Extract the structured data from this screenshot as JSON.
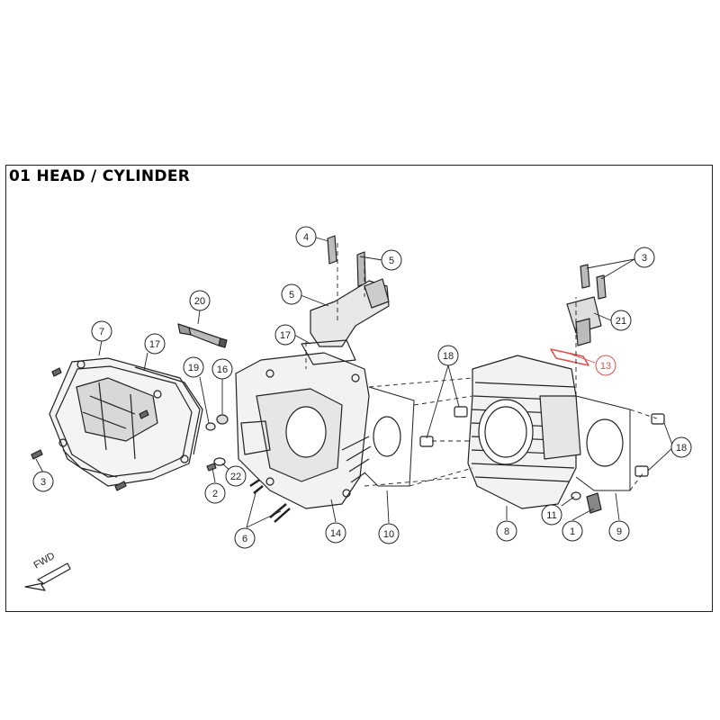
{
  "diagram": {
    "title": "01 HEAD / CYLINDER",
    "direction_label": "FWD",
    "highlight_color": "#d9534f",
    "line_color": "#222222",
    "callouts": [
      {
        "id": "c1",
        "label": "7"
      },
      {
        "id": "c2",
        "label": "17"
      },
      {
        "id": "c3",
        "label": "3"
      },
      {
        "id": "c4",
        "label": "20"
      },
      {
        "id": "c5",
        "label": "4"
      },
      {
        "id": "c6",
        "label": "5"
      },
      {
        "id": "c7",
        "label": "5"
      },
      {
        "id": "c8",
        "label": "17"
      },
      {
        "id": "c9",
        "label": "19"
      },
      {
        "id": "c10",
        "label": "16"
      },
      {
        "id": "c11",
        "label": "22"
      },
      {
        "id": "c12",
        "label": "2"
      },
      {
        "id": "c13",
        "label": "6"
      },
      {
        "id": "c14",
        "label": "14"
      },
      {
        "id": "c15",
        "label": "10"
      },
      {
        "id": "c16",
        "label": "18"
      },
      {
        "id": "c17",
        "label": "3"
      },
      {
        "id": "c18",
        "label": "21"
      },
      {
        "id": "c19",
        "label": "13",
        "highlight": true
      },
      {
        "id": "c20",
        "label": "8"
      },
      {
        "id": "c21",
        "label": "11"
      },
      {
        "id": "c22",
        "label": "1"
      },
      {
        "id": "c23",
        "label": "9"
      },
      {
        "id": "c24",
        "label": "18"
      }
    ]
  }
}
